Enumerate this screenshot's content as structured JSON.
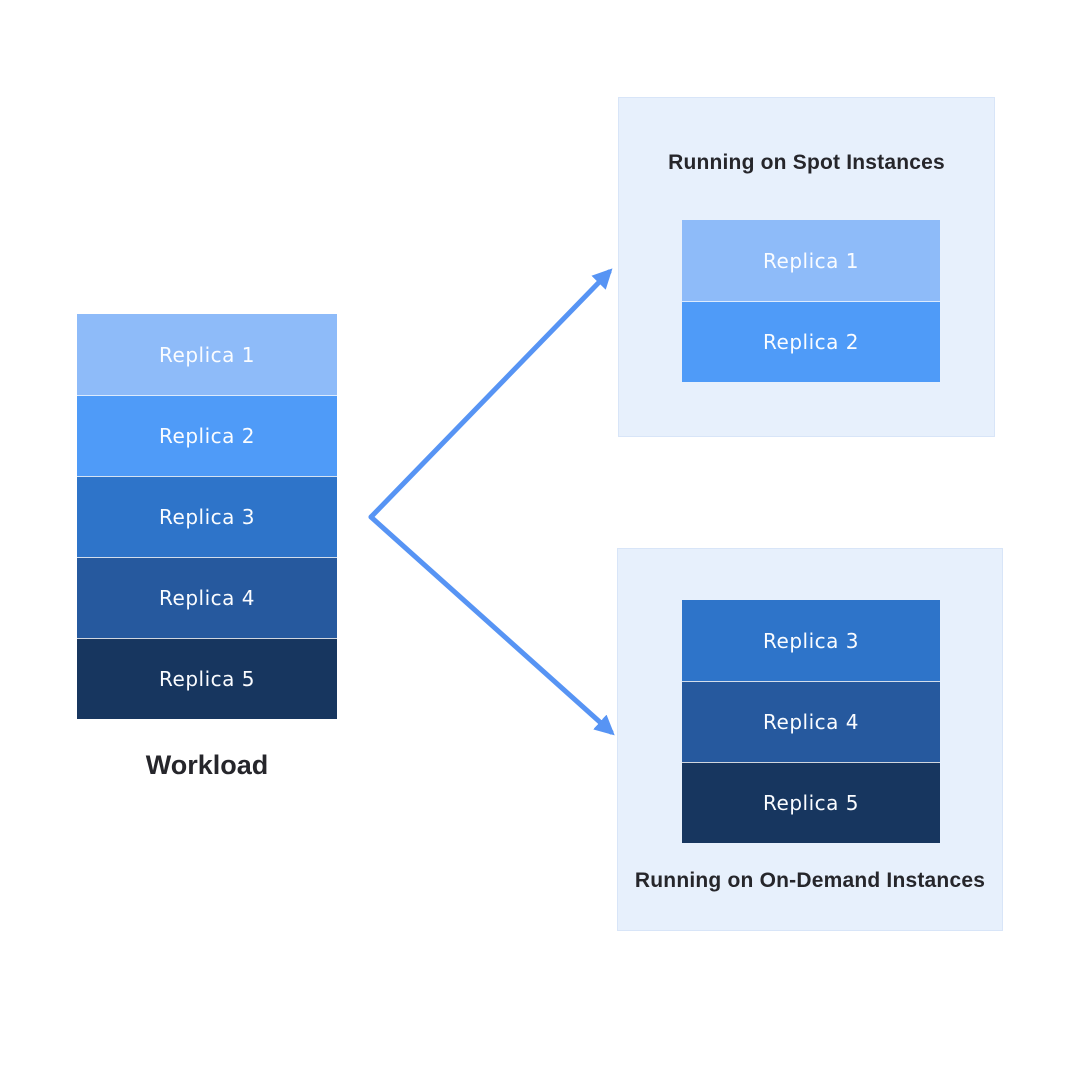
{
  "diagram": {
    "workload": {
      "label": "Workload",
      "replicas": [
        {
          "label": "Replica 1",
          "color": "#8ebbf9"
        },
        {
          "label": "Replica 2",
          "color": "#4f9bf8"
        },
        {
          "label": "Replica 3",
          "color": "#2e74c9"
        },
        {
          "label": "Replica 4",
          "color": "#26599e"
        },
        {
          "label": "Replica 5",
          "color": "#17365f"
        }
      ]
    },
    "spot_panel": {
      "title": "Running on Spot Instances",
      "replicas": [
        {
          "label": "Replica 1",
          "color": "#8ebbf9"
        },
        {
          "label": "Replica 2",
          "color": "#4f9bf8"
        }
      ]
    },
    "ondemand_panel": {
      "title": "Running on On-Demand Instances",
      "replicas": [
        {
          "label": "Replica 3",
          "color": "#2e74c9"
        },
        {
          "label": "Replica 4",
          "color": "#26599e"
        },
        {
          "label": "Replica 5",
          "color": "#17365f"
        }
      ]
    },
    "colors": {
      "page_bg": "#ffffff",
      "panel_bg": "#e7f0fc",
      "panel_border": "#d8e5f8",
      "arrow": "#5794f4",
      "title_text": "#26262b",
      "replica_label_text": "#fafcff"
    }
  }
}
